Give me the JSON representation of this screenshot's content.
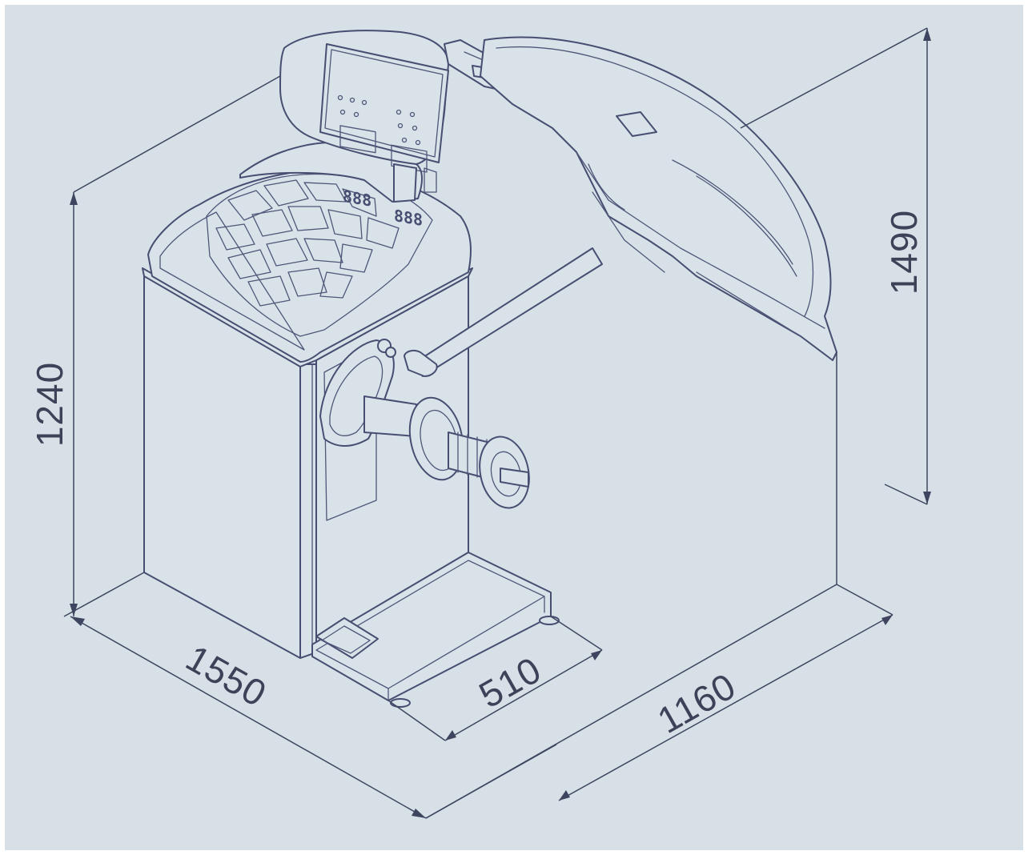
{
  "diagram": {
    "dimensions": {
      "overall_height": "1490",
      "body_height": "1240",
      "overall_width": "1550",
      "depth": "1160",
      "shaft_clearance": "510"
    },
    "display_readouts": [
      "888",
      "888"
    ],
    "colors": {
      "background": "#d6e0e6",
      "line_art": "#474e72",
      "dimension_text": "#3d4258"
    }
  }
}
